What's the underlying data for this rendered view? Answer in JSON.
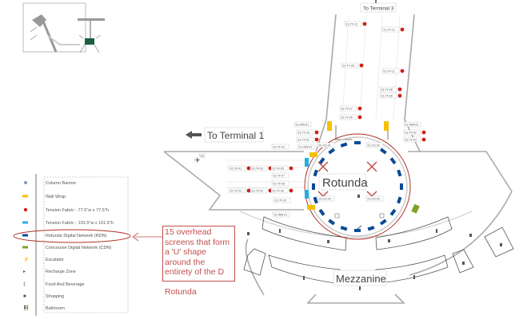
{
  "map": {
    "directions": {
      "to_terminal_1": "To Terminal 1",
      "to_terminal_3": "To Terminal 3"
    },
    "areas": {
      "rotunda": "Rotunda",
      "mezzanine": "Mezzanine"
    },
    "gate_tag": "D9",
    "tags": [
      "E1-TF-10",
      "E1-TF-12",
      "E1-TF-09",
      "E1-TF-11",
      "E1-TF-07",
      "E1-TF-08",
      "E1-TF-05",
      "E1-TF-06",
      "E1-WW-01",
      "E1-TF-03",
      "E1-TF-01",
      "E1-WW-02",
      "E1-TF-02",
      "E1-TF-04",
      "D1-TF-31",
      "D1-WW-02",
      "D1-TF-01",
      "D1-TF-03",
      "D1-TF-05",
      "D1-TF-07",
      "D1-TF-08",
      "D1-TF-02",
      "D1-TF-04",
      "D1-TF-06",
      "D1-TF-32",
      "D1-WW-01",
      "D1-CD-01",
      "D1-CD-02",
      "D1-CD-03",
      "D1-CD-04"
    ]
  },
  "legend": {
    "items": [
      {
        "label": "Column Banner",
        "icon": "column-banner-icon",
        "color": "#7f9bbf"
      },
      {
        "label": "Wall Wrap",
        "icon": "wall-wrap-icon",
        "color": "#f5c000"
      },
      {
        "label": "Tension Fabric - 77.5\"w x 77.5\"h",
        "icon": "tension-fabric-small-icon",
        "color": "#d0201c"
      },
      {
        "label": "Tension Fabric - 101.5\"w x 101.5\"h",
        "icon": "tension-fabric-large-icon",
        "color": "#1fb0e0"
      },
      {
        "label": "Rotunda Digital Network (RDN)",
        "icon": "rdn-icon",
        "color": "#0a4a96"
      },
      {
        "label": "Concourse Digital Network (CDN)",
        "icon": "cdn-icon",
        "color": "#7ea22c"
      },
      {
        "label": "Escalator",
        "icon": "escalator-icon",
        "color": "#555555"
      },
      {
        "label": "Recharge Zone",
        "icon": "recharge-zone-icon",
        "color": "#555555"
      },
      {
        "label": "Food And Beverage",
        "icon": "food-beverage-icon",
        "color": "#555555"
      },
      {
        "label": "Shopping",
        "icon": "shopping-icon",
        "color": "#555555"
      },
      {
        "label": "Bathroom",
        "icon": "bathroom-icon",
        "color": "#555555"
      }
    ]
  },
  "annotation": {
    "text": "15 overhead screens that form a 'U' shape around the entirety of the D\n\nRotunda",
    "color": "#c0504d"
  }
}
